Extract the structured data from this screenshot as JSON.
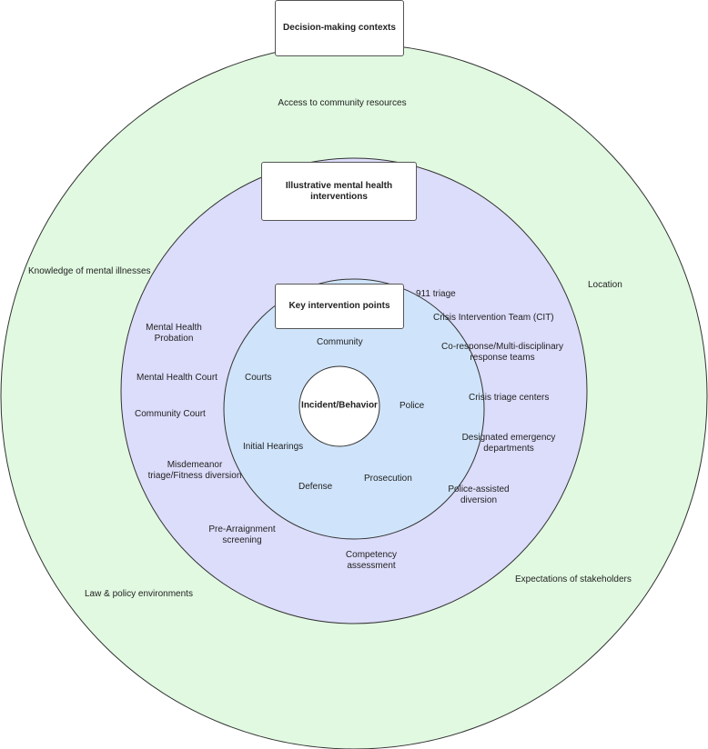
{
  "colors": {
    "outer_ring": "#e1f9e1",
    "middle_ring": "#dcdcfb",
    "inner_ring": "#cfe4fb",
    "core": "#ffffff",
    "stroke": "#333333"
  },
  "outer": {
    "title": "Decision-making contexts",
    "labels": {
      "access": "Access to community resources",
      "knowledge": "Knowledge of mental illnesses",
      "location": "Location",
      "expectations": "Expectations of stakeholders",
      "law": "Law & policy environments"
    }
  },
  "middle": {
    "title": "Illustrative mental health interventions",
    "labels": {
      "triage_911": "911 triage",
      "cit": "Crisis Intervention Team (CIT)",
      "coresponse": "Co-response/Multi-disciplinary response teams",
      "crisis_centers": "Crisis triage centers",
      "emergency": "Designated emergency departments",
      "police_diversion": "Police-assisted diversion",
      "competency": "Competency assessment",
      "prearraignment": "Pre-Arraignment screening",
      "misdemeanor": "Misdemeanor triage/Fitness diversion",
      "community_court": "Community Court",
      "mh_court": "Mental Health Court",
      "mh_probation": "Mental Health Probation"
    }
  },
  "inner": {
    "title": "Key intervention points",
    "labels": {
      "community": "Community",
      "courts": "Courts",
      "police": "Police",
      "initial_hearings": "Initial Hearings",
      "prosecution": "Prosecution",
      "defense": "Defense"
    }
  },
  "core": {
    "label": "Incident/Behavior"
  }
}
